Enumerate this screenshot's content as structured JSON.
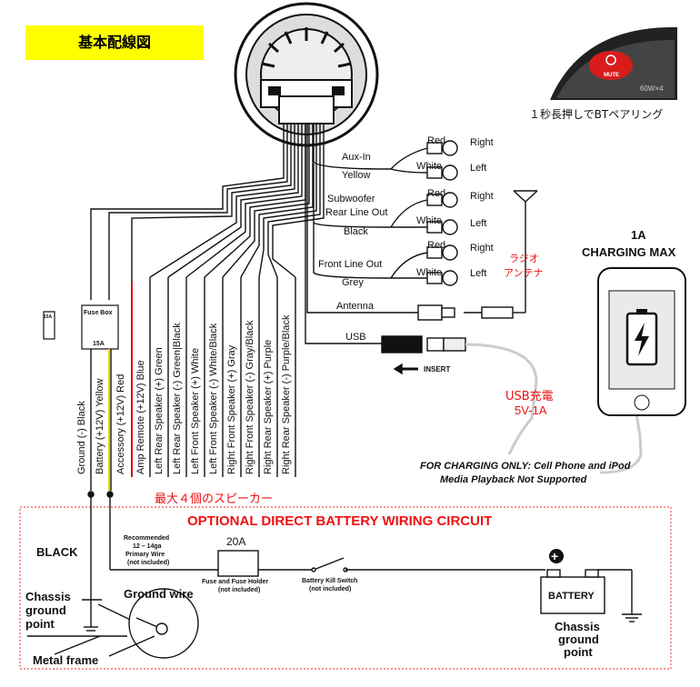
{
  "title": "基本配線図",
  "bt_pairing": "１秒長押しでBTペアリング",
  "mute_label": "MUTE",
  "inputs": [
    {
      "name": "Aux-In",
      "red": "Red",
      "white": "White",
      "right": "Right",
      "left": "Left"
    },
    {
      "name": "Yellow"
    },
    {
      "name": "Subwoofer",
      "red": "Red",
      "white": "White",
      "right": "Right",
      "left": "Left"
    },
    {
      "name": "Rear Line Out"
    },
    {
      "name": "Black"
    },
    {
      "name": "Front Line Out",
      "red": "Red",
      "white": "White",
      "right": "Right",
      "left": "Left"
    },
    {
      "name": "Grey"
    }
  ],
  "antenna_label": "Antenna",
  "radio_antenna": [
    "ラジオ",
    "アンテナ"
  ],
  "usb_label": "USB",
  "insert_label": "INSERT",
  "usb_charge": [
    "USB充電",
    "5V-1A"
  ],
  "charging": [
    "1A",
    "CHARGING MAX"
  ],
  "charging_note": [
    "FOR CHARGING ONLY: Cell Phone and iPod",
    "Media Playback Not Supported"
  ],
  "fuse_box": {
    "label": "Fuse Box",
    "rating": "15A",
    "spare": "15A"
  },
  "wires": [
    "Ground (-)  Black",
    "Battery (+12V)  Yellow",
    "Accessory (+12V)  Red",
    "Amp Remote (+12V)  Blue",
    "Left Rear Speaker (+)  Green",
    "Left Rear Speaker (-)  Green|Black",
    "Left Front Speaker (+)  White",
    "Left Front Speaker (-)  White/Black",
    "Right Front Speaker (+)  Gray",
    "Right Front Speaker (-)  Gray/Black",
    "Right Rear Speaker (+)  Purple",
    "Right Rear Speaker (-)  Purple/Black"
  ],
  "max_speakers": "最大４個のスピーカー",
  "optional_title": "OPTIONAL DIRECT BATTERY WIRING CIRCUIT",
  "black_label": "BLACK",
  "recommended": [
    "Recommended",
    "12 – 14ga",
    "Primary Wire",
    "(not included)"
  ],
  "fuse_holder": {
    "rating": "20A",
    "label": "Fuse and Fuse Holder",
    "note": "(not included)"
  },
  "kill_switch": {
    "label": "Battery Kill Switch",
    "note": "(not included)"
  },
  "battery_label": "BATTERY",
  "chassis_left": [
    "Chassis",
    "ground",
    "point"
  ],
  "ground_wire": "Ground wire",
  "metal_frame": "Metal frame",
  "chassis_right": [
    "Chassis",
    "ground",
    "point"
  ],
  "colors": {
    "red_text": "#e11111",
    "title_bg": "#ffff00",
    "yellow_wire": "#f0d000",
    "red_wire": "#cc1111"
  }
}
